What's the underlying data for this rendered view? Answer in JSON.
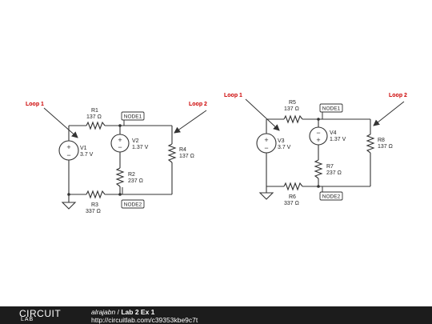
{
  "circuit1": {
    "loop1": "Loop 1",
    "loop2": "Loop 2",
    "r1_name": "R1",
    "r1_val": "137 Ω",
    "v1_name": "V1",
    "v1_val": "3.7 V",
    "v2_name": "V2",
    "v2_val": "1.37 V",
    "r2_name": "R2",
    "r2_val": "237 Ω",
    "r3_name": "R3",
    "r3_val": "337 Ω",
    "r4_name": "R4",
    "r4_val": "137 Ω",
    "node_top": "NODE1",
    "node_bottom": "NODE2"
  },
  "circuit2": {
    "loop1": "Loop 1",
    "loop2": "Loop 2",
    "r5_name": "R5",
    "r5_val": "137 Ω",
    "v3_name": "V3",
    "v3_val": "3.7 V",
    "v4_name": "V4",
    "v4_val": "1.37 V",
    "r7_name": "R7",
    "r7_val": "237 Ω",
    "r6_name": "R6",
    "r6_val": "337 Ω",
    "r8_name": "R8",
    "r8_val": "137 Ω",
    "node_top": "NODE1",
    "node_bottom": "NODE2"
  },
  "signs": {
    "plus": "+",
    "minus": "−"
  },
  "footer": {
    "logo_top": "CIRCUIT",
    "logo_bottom": "LAB",
    "author": "alrajabn",
    "separator": " / ",
    "title": "Lab 2 Ex 1",
    "url": "http://circuitlab.com/c39353kbe9c7t"
  },
  "colors": {
    "loop_label": "#cc0000",
    "footer_bg": "#1c1c1c",
    "wire": "#333333"
  },
  "icons": {
    "ground": "ground-icon",
    "resistor": "resistor-icon",
    "voltage_source": "voltage-source-icon"
  }
}
